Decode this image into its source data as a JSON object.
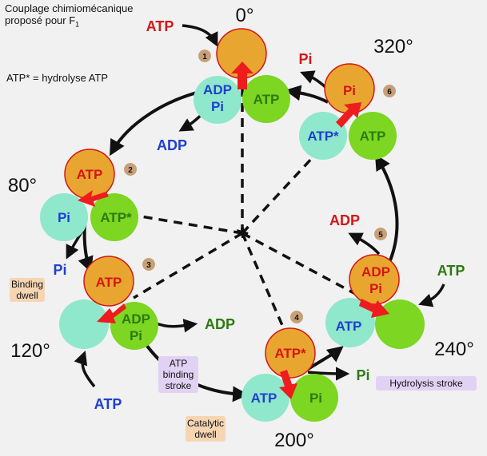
{
  "header": {
    "line1": "Couplage chimiomécanique",
    "line2": "proposé pour F",
    "line2_sub": "1"
  },
  "legend_note": "ATP* = hydrolyse ATP",
  "colors": {
    "orange": "#e8a631",
    "cyan": "#8fe8cb",
    "green": "#7cd622",
    "red_arrow": "#ee1c1c",
    "red_text": "#d41616",
    "blue_text": "#1f3fd0",
    "green_text": "#2d7a12",
    "tan_bubble": "#c8a078",
    "label_bg_peach": "#f6d5b3",
    "label_bg_lilac": "#e1d2f4"
  },
  "angles": {
    "a0": "0°",
    "a320": "320°",
    "a80": "80°",
    "a120": "120°",
    "a240": "240°",
    "a200": "200°"
  },
  "steps": [
    "1",
    "2",
    "3",
    "4",
    "5",
    "6"
  ],
  "state1": {
    "orange": "",
    "cyan": "ADP Pi",
    "green": "ATP"
  },
  "state2": {
    "orange": "ATP",
    "cyan": "Pi",
    "green": "ATP*"
  },
  "state3": {
    "orange": "ATP",
    "cyan": "",
    "green": "ADP Pi"
  },
  "state4": {
    "orange": "ATP*",
    "cyan": "ATP",
    "green": "Pi"
  },
  "state5": {
    "orange": "ADP Pi",
    "cyan": "ATP",
    "green": ""
  },
  "state6": {
    "orange": "Pi",
    "cyan": "ATP*",
    "green": "ATP"
  },
  "flux": {
    "atp_in_top": "ATP",
    "adp_out_1": "ADP",
    "pi_out_80": "Pi",
    "adp_out_120": "ADP",
    "atp_in_120": "ATP",
    "pi_out_200": "Pi",
    "adp_out_240": "ADP",
    "atp_in_240": "ATP",
    "pi_out_320": "Pi"
  },
  "tags": {
    "binding_dwell": "Binding dwell",
    "atp_binding_stroke": "ATP binding stroke",
    "catalytic_dwell": "Catalytic dwell",
    "hydrolysis_stroke": "Hydrolysis stroke"
  }
}
